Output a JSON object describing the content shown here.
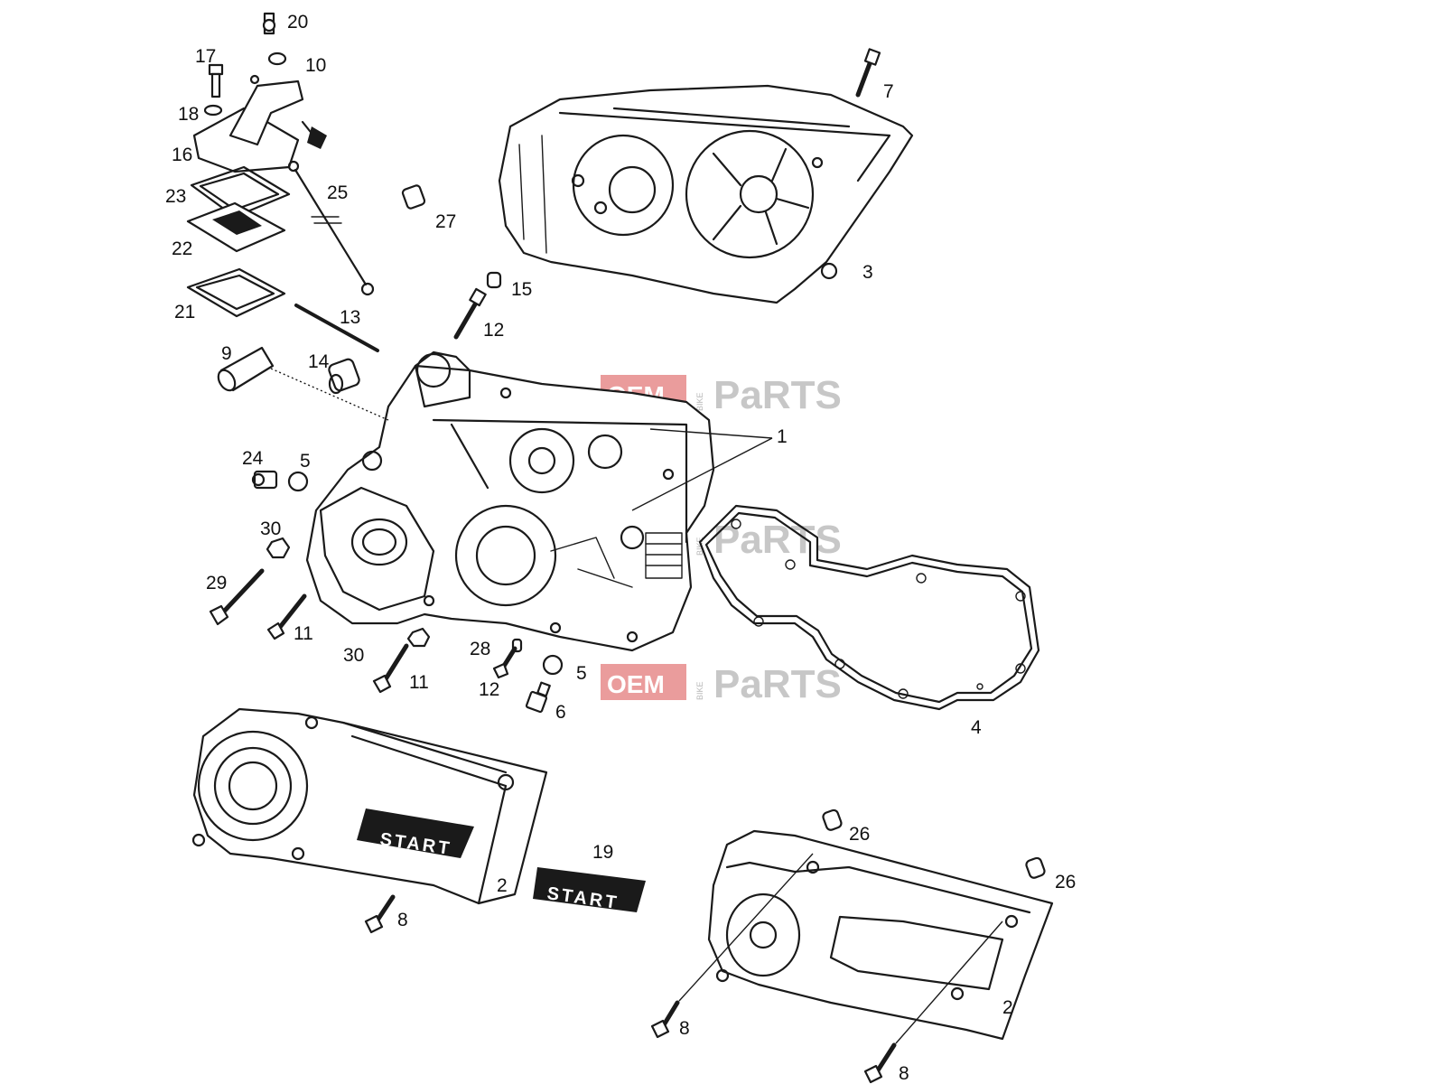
{
  "callouts": [
    "1",
    "2",
    "3",
    "4",
    "5",
    "6",
    "7",
    "8",
    "9",
    "10",
    "11",
    "12",
    "13",
    "14",
    "15",
    "16",
    "17",
    "18",
    "19",
    "20",
    "21",
    "22",
    "23",
    "24",
    "25",
    "26",
    "27",
    "28",
    "29",
    "30"
  ],
  "watermark": {
    "brand": "OEM",
    "badge": "BIKE",
    "word": "PaRTS",
    "accent_color": "#d94a4a"
  },
  "decal_text": "START"
}
